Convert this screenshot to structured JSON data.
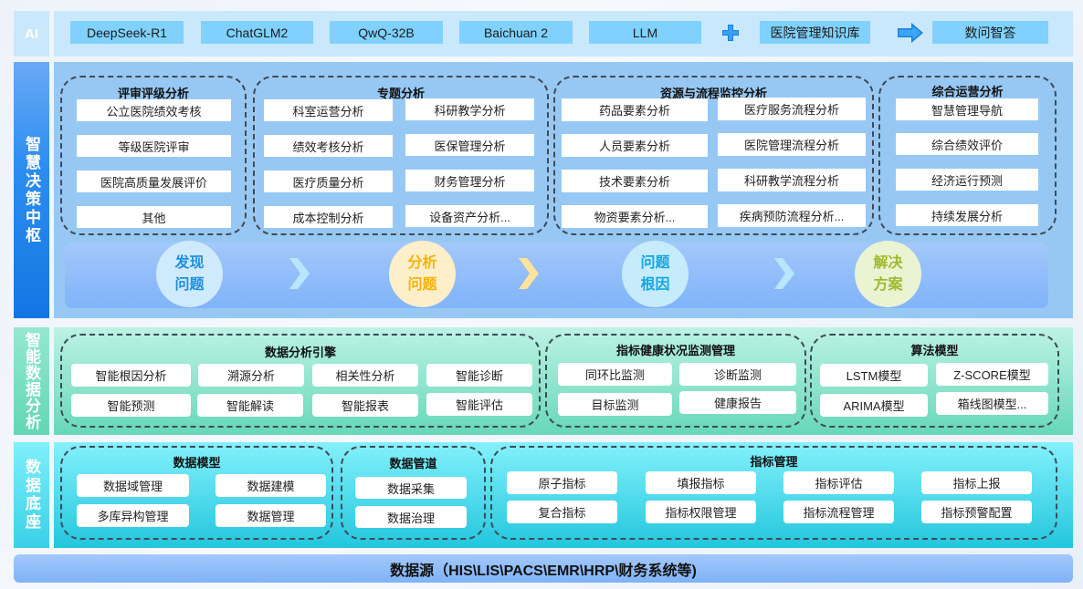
{
  "layers": {
    "ai": {
      "label": "AI",
      "models": [
        "DeepSeek-R1",
        "ChatGLM2",
        "QwQ-32B",
        "Baichuan 2",
        "LLM"
      ],
      "plus_icon": "plus-icon",
      "knowledge_base": "医院管理知识库",
      "arrow_icon": "arrow-right-icon",
      "result": "数问智答"
    },
    "decision": {
      "label": "智慧决策中枢",
      "groups": [
        {
          "title": "评审评级分析",
          "items": [
            "公立医院绩效考核",
            "等级医院评审",
            "医院高质量发展评价",
            "其他"
          ]
        },
        {
          "title": "专题分析",
          "items": [
            "科室运营分析",
            "科研教学分析",
            "绩效考核分析",
            "医保管理分析",
            "医疗质量分析",
            "财务管理分析",
            "成本控制分析",
            "设备资产分析..."
          ]
        },
        {
          "title": "资源与流程监控分析",
          "items": [
            "药品要素分析",
            "医疗服务流程分析",
            "人员要素分析",
            "医院管理流程分析",
            "技术要素分析",
            "科研教学流程分析",
            "物资要素分析...",
            "疾病预防流程分析..."
          ]
        },
        {
          "title": "综合运营分析",
          "items": [
            "智慧管理导航",
            "综合绩效评价",
            "经济运行预测",
            "持续发展分析"
          ]
        }
      ],
      "flow": [
        {
          "line1": "发现",
          "line2": "问题",
          "color": "#1f8fe0",
          "bg": "#cfeafd"
        },
        {
          "line1": "分析",
          "line2": "问题",
          "color": "#f5b20a",
          "bg": "#fdefc9"
        },
        {
          "line1": "问题",
          "line2": "根因",
          "color": "#14a6e3",
          "bg": "#c6ecfb"
        },
        {
          "line1": "解决",
          "line2": "方案",
          "color": "#9cbb2e",
          "bg": "#eaf3d2"
        }
      ],
      "chevron_colors": [
        "#b9e6fd",
        "#ffe39a",
        "#b9e6fd"
      ]
    },
    "analysis": {
      "label": "智能数据分析",
      "groups": [
        {
          "title": "数据分析引擎",
          "items": [
            "智能根因分析",
            "溯源分析",
            "相关性分析",
            "智能诊断",
            "智能预测",
            "智能解读",
            "智能报表",
            "智能评估"
          ]
        },
        {
          "title": "指标健康状况监测管理",
          "items": [
            "同环比监测",
            "诊断监测",
            "目标监测",
            "健康报告"
          ]
        },
        {
          "title": "算法模型",
          "items": [
            "LSTM模型",
            "Z-SCORE模型",
            "ARIMA模型",
            "箱线图模型..."
          ]
        }
      ]
    },
    "base": {
      "label": "数据底座",
      "groups": [
        {
          "title": "数据模型",
          "items": [
            "数据域管理",
            "数据建模",
            "多库异构管理",
            "数据管理"
          ]
        },
        {
          "title": "数据管道",
          "items": [
            "数据采集",
            "数据治理"
          ]
        },
        {
          "title": "指标管理",
          "items": [
            "原子指标",
            "填报指标",
            "指标评估",
            "指标上报",
            "复合指标",
            "指标权限管理",
            "指标流程管理",
            "指标预警配置"
          ]
        }
      ]
    },
    "source": {
      "label": "数据源（HIS\\LIS\\PACS\\EMR\\HRP\\财务系统等)"
    }
  }
}
